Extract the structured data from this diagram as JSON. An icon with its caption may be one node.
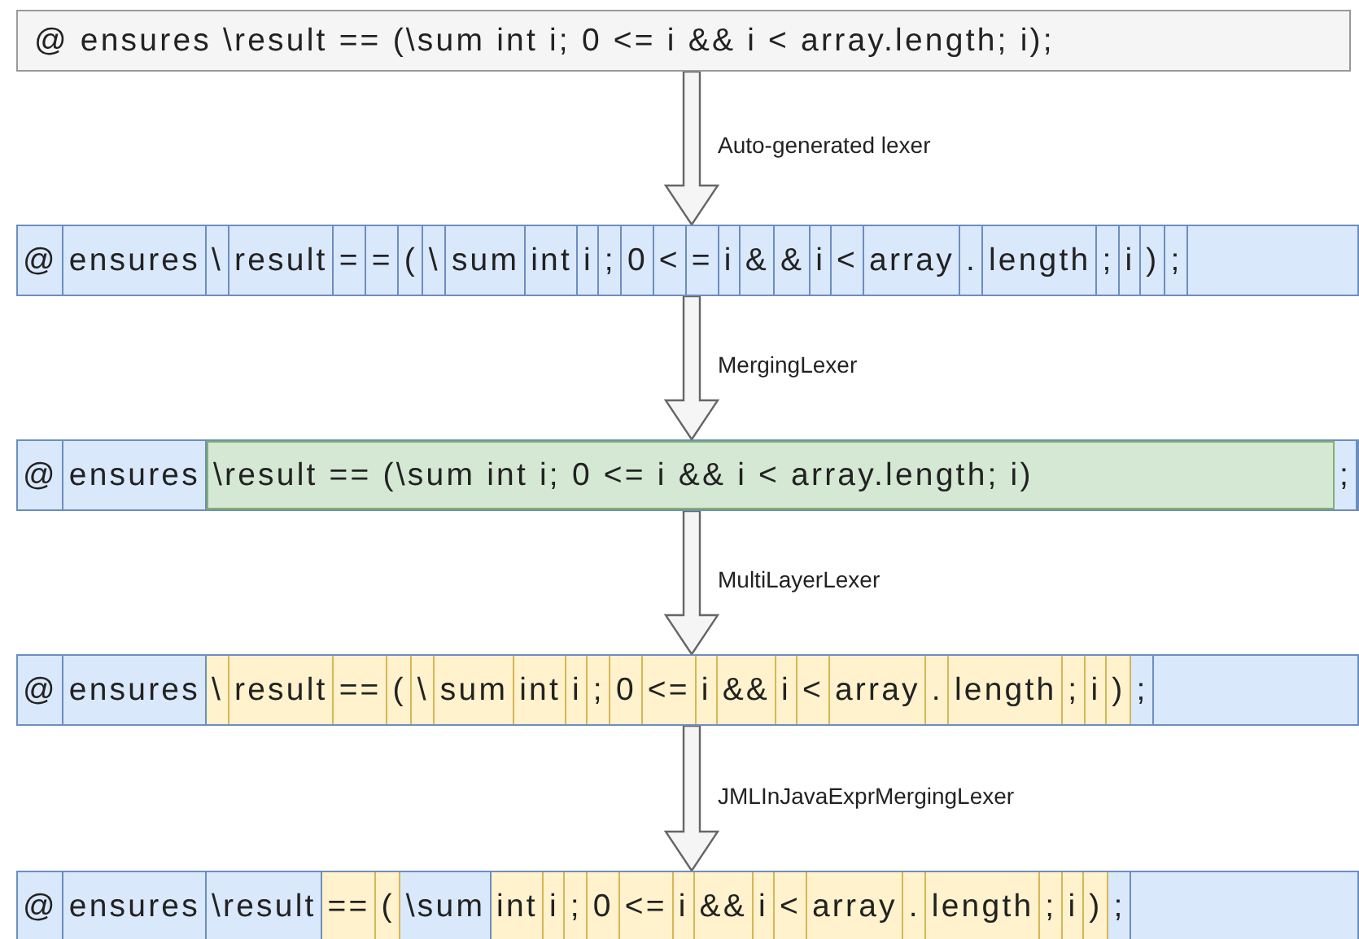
{
  "diagram": {
    "nodes": [
      {
        "text": [
          "@ ensures \\result == (\\sum int i; 0 <= i && i < array.length; i);"
        ]
      },
      {
        "text": [],
        "shape": "box"
      },
      {
        "text": [
          "@"
        ],
        "in": 1
      },
      {
        "text": [
          "ensures"
        ],
        "in": 1
      },
      {
        "text": [
          "\\"
        ],
        "in": 1
      },
      {
        "text": [
          "result"
        ],
        "in": 1
      },
      {
        "text": [
          "="
        ],
        "in": 1
      },
      {
        "text": [
          "="
        ],
        "in": 1
      },
      {
        "text": [
          "("
        ],
        "in": 1
      },
      {
        "text": [
          "\\"
        ],
        "in": 1
      },
      {
        "text": [
          "sum"
        ],
        "in": 1
      },
      {
        "text": [
          "int"
        ],
        "in": 1
      },
      {
        "text": [
          "i"
        ],
        "in": 1
      },
      {
        "text": [
          ";"
        ],
        "in": 1
      },
      {
        "text": [
          "0"
        ],
        "in": 1
      },
      {
        "text": [
          "<"
        ],
        "in": 1
      },
      {
        "text": [
          "="
        ],
        "in": 1
      },
      {
        "text": [
          "i"
        ],
        "in": 1
      },
      {
        "text": [
          "&"
        ],
        "in": 1
      },
      {
        "text": [
          "&"
        ],
        "in": 1
      },
      {
        "text": [
          "i"
        ],
        "in": 1
      },
      {
        "text": [
          "<"
        ],
        "in": 1
      },
      {
        "text": [
          "array"
        ],
        "in": 1
      },
      {
        "text": [
          "."
        ],
        "in": 1
      },
      {
        "text": [
          "length"
        ],
        "in": 1
      },
      {
        "text": [
          ";"
        ],
        "in": 1
      },
      {
        "text": [
          "i"
        ],
        "in": 1
      },
      {
        "text": [
          ")"
        ],
        "in": 1
      },
      {
        "text": [
          ";"
        ],
        "in": 1
      },
      {
        "text": [],
        "shape": "box"
      },
      {
        "text": [
          "@"
        ],
        "in": 29
      },
      {
        "text": [
          "ensures"
        ],
        "in": 29
      },
      {
        "text": [
          "\\result == (\\sum int i; 0 <= i && i < array.length; i)"
        ],
        "in": 29
      },
      {
        "text": [
          ";"
        ],
        "in": 29
      },
      {
        "text": [],
        "shape": "box"
      },
      {
        "text": [
          "@"
        ],
        "in": 34
      },
      {
        "text": [
          "ensures"
        ],
        "in": 34
      },
      {
        "text": [
          "\\"
        ],
        "in": 34
      },
      {
        "text": [
          "result"
        ],
        "in": 34
      },
      {
        "text": [
          "=="
        ],
        "in": 34
      },
      {
        "text": [
          "("
        ],
        "in": 34
      },
      {
        "text": [
          "\\"
        ],
        "in": 34
      },
      {
        "text": [
          "sum"
        ],
        "in": 34
      },
      {
        "text": [
          "int"
        ],
        "in": 34
      },
      {
        "text": [
          "i"
        ],
        "in": 34
      },
      {
        "text": [
          ";"
        ],
        "in": 34
      },
      {
        "text": [
          "0"
        ],
        "in": 34
      },
      {
        "text": [
          "<="
        ],
        "in": 34
      },
      {
        "text": [
          "i"
        ],
        "in": 34
      },
      {
        "text": [
          "&&"
        ],
        "in": 34
      },
      {
        "text": [
          "i"
        ],
        "in": 34
      },
      {
        "text": [
          "<"
        ],
        "in": 34
      },
      {
        "text": [
          "array"
        ],
        "in": 34
      },
      {
        "text": [
          "."
        ],
        "in": 34
      },
      {
        "text": [
          "length"
        ],
        "in": 34
      },
      {
        "text": [
          ";"
        ],
        "in": 34
      },
      {
        "text": [
          "i"
        ],
        "in": 34
      },
      {
        "text": [
          ")"
        ],
        "in": 34
      },
      {
        "text": [
          ";"
        ],
        "in": 34
      },
      {
        "text": [],
        "shape": "box"
      },
      {
        "text": [
          "@"
        ],
        "in": 59
      },
      {
        "text": [
          "ensures"
        ],
        "in": 59
      },
      {
        "text": [
          "\\result"
        ],
        "in": 59
      },
      {
        "text": [
          "=="
        ],
        "in": 59
      },
      {
        "text": [
          "("
        ],
        "in": 59
      },
      {
        "text": [
          "\\sum"
        ],
        "in": 59
      },
      {
        "text": [
          "int"
        ],
        "in": 59
      },
      {
        "text": [
          "i"
        ],
        "in": 59
      },
      {
        "text": [
          ";"
        ],
        "in": 59
      },
      {
        "text": [
          "0"
        ],
        "in": 59
      },
      {
        "text": [
          "<="
        ],
        "in": 59
      },
      {
        "text": [
          "i"
        ],
        "in": 59
      },
      {
        "text": [
          "&&"
        ],
        "in": 59
      },
      {
        "text": [
          "i"
        ],
        "in": 59
      },
      {
        "text": [
          "<"
        ],
        "in": 59
      },
      {
        "text": [
          "array"
        ],
        "in": 59
      },
      {
        "text": [
          "."
        ],
        "in": 59
      },
      {
        "text": [
          "length"
        ],
        "in": 59
      },
      {
        "text": [
          ";"
        ],
        "in": 59
      },
      {
        "text": [
          "i"
        ],
        "in": 59
      },
      {
        "text": [
          ")"
        ],
        "in": 59
      },
      {
        "text": [
          ";"
        ],
        "in": 59
      }
    ],
    "edges": [
      {
        "from": 0,
        "to": 1,
        "arrow": "to",
        "label": "Auto-generated lexer"
      },
      {
        "from": 1,
        "to": 29,
        "arrow": "to",
        "label": "MergingLexer"
      },
      {
        "from": 29,
        "to": 34,
        "arrow": "to",
        "label": "MultiLayerLexer"
      },
      {
        "from": 34,
        "to": 59,
        "arrow": "to",
        "label": "JMLInJavaExprMergingLexer"
      }
    ]
  }
}
